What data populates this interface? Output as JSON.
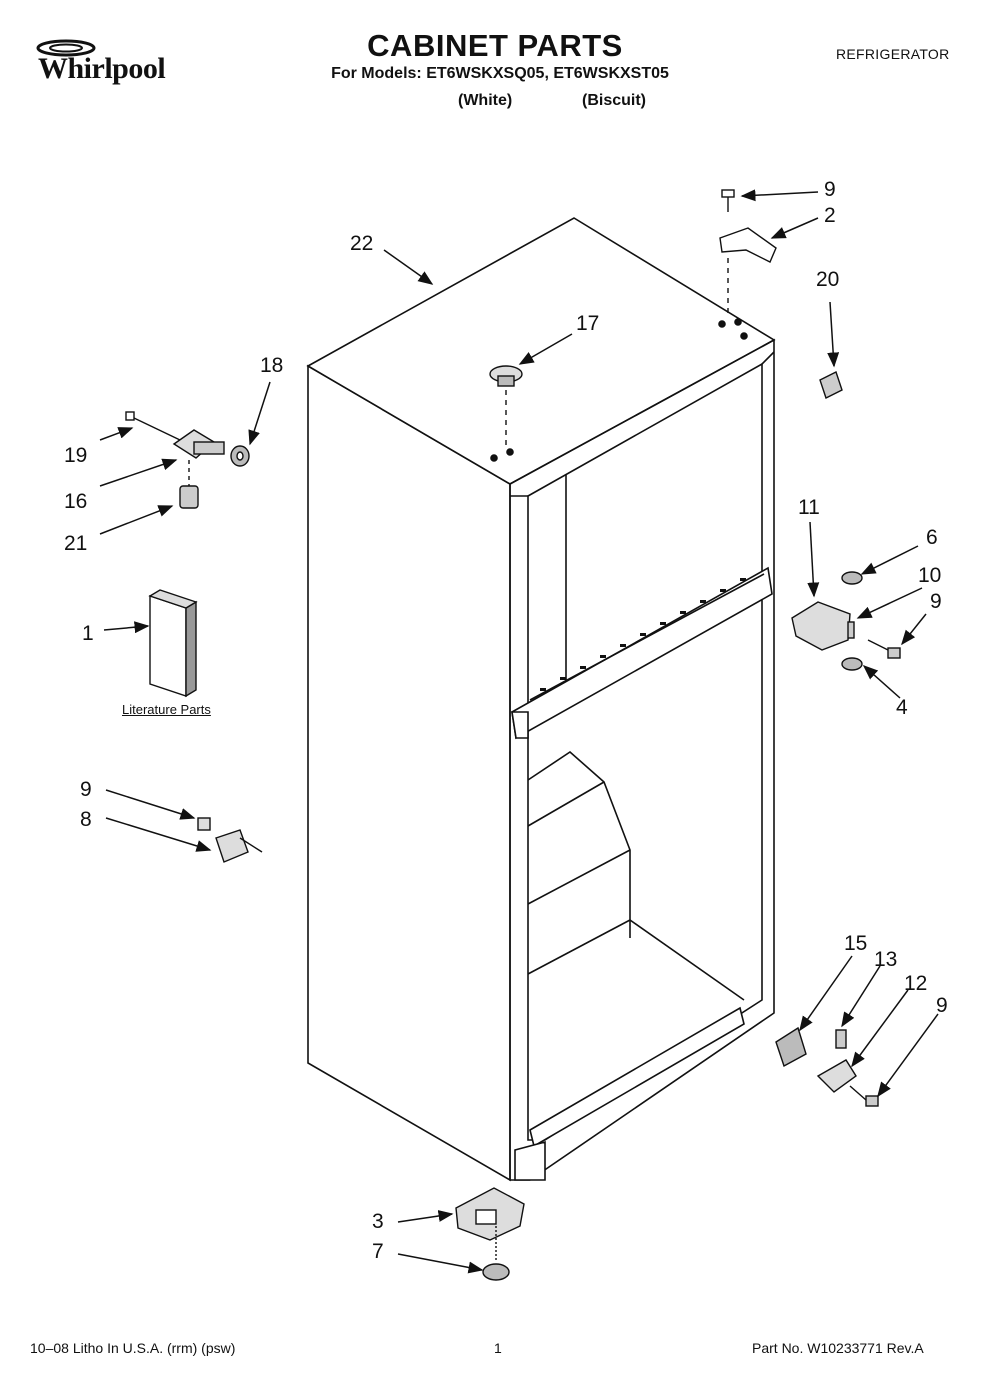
{
  "header": {
    "brand": "Whirlpool",
    "title": "CABINET PARTS",
    "models_line": "For Models: ET6WSKXSQ05, ET6WSKXST05",
    "variant_1": "(White)",
    "variant_2": "(Biscuit)",
    "category": "REFRIGERATOR"
  },
  "diagram": {
    "literature_label": "Literature Parts",
    "callouts": [
      "9",
      "2",
      "22",
      "20",
      "17",
      "18",
      "19",
      "16",
      "21",
      "1",
      "11",
      "6",
      "10",
      "9",
      "4",
      "9",
      "8",
      "15",
      "13",
      "12",
      "9",
      "3",
      "7"
    ]
  },
  "footer": {
    "left": "10–08 Litho In U.S.A. (rrm) (psw)",
    "page": "1",
    "right": "Part No. W10233771 Rev.A"
  }
}
